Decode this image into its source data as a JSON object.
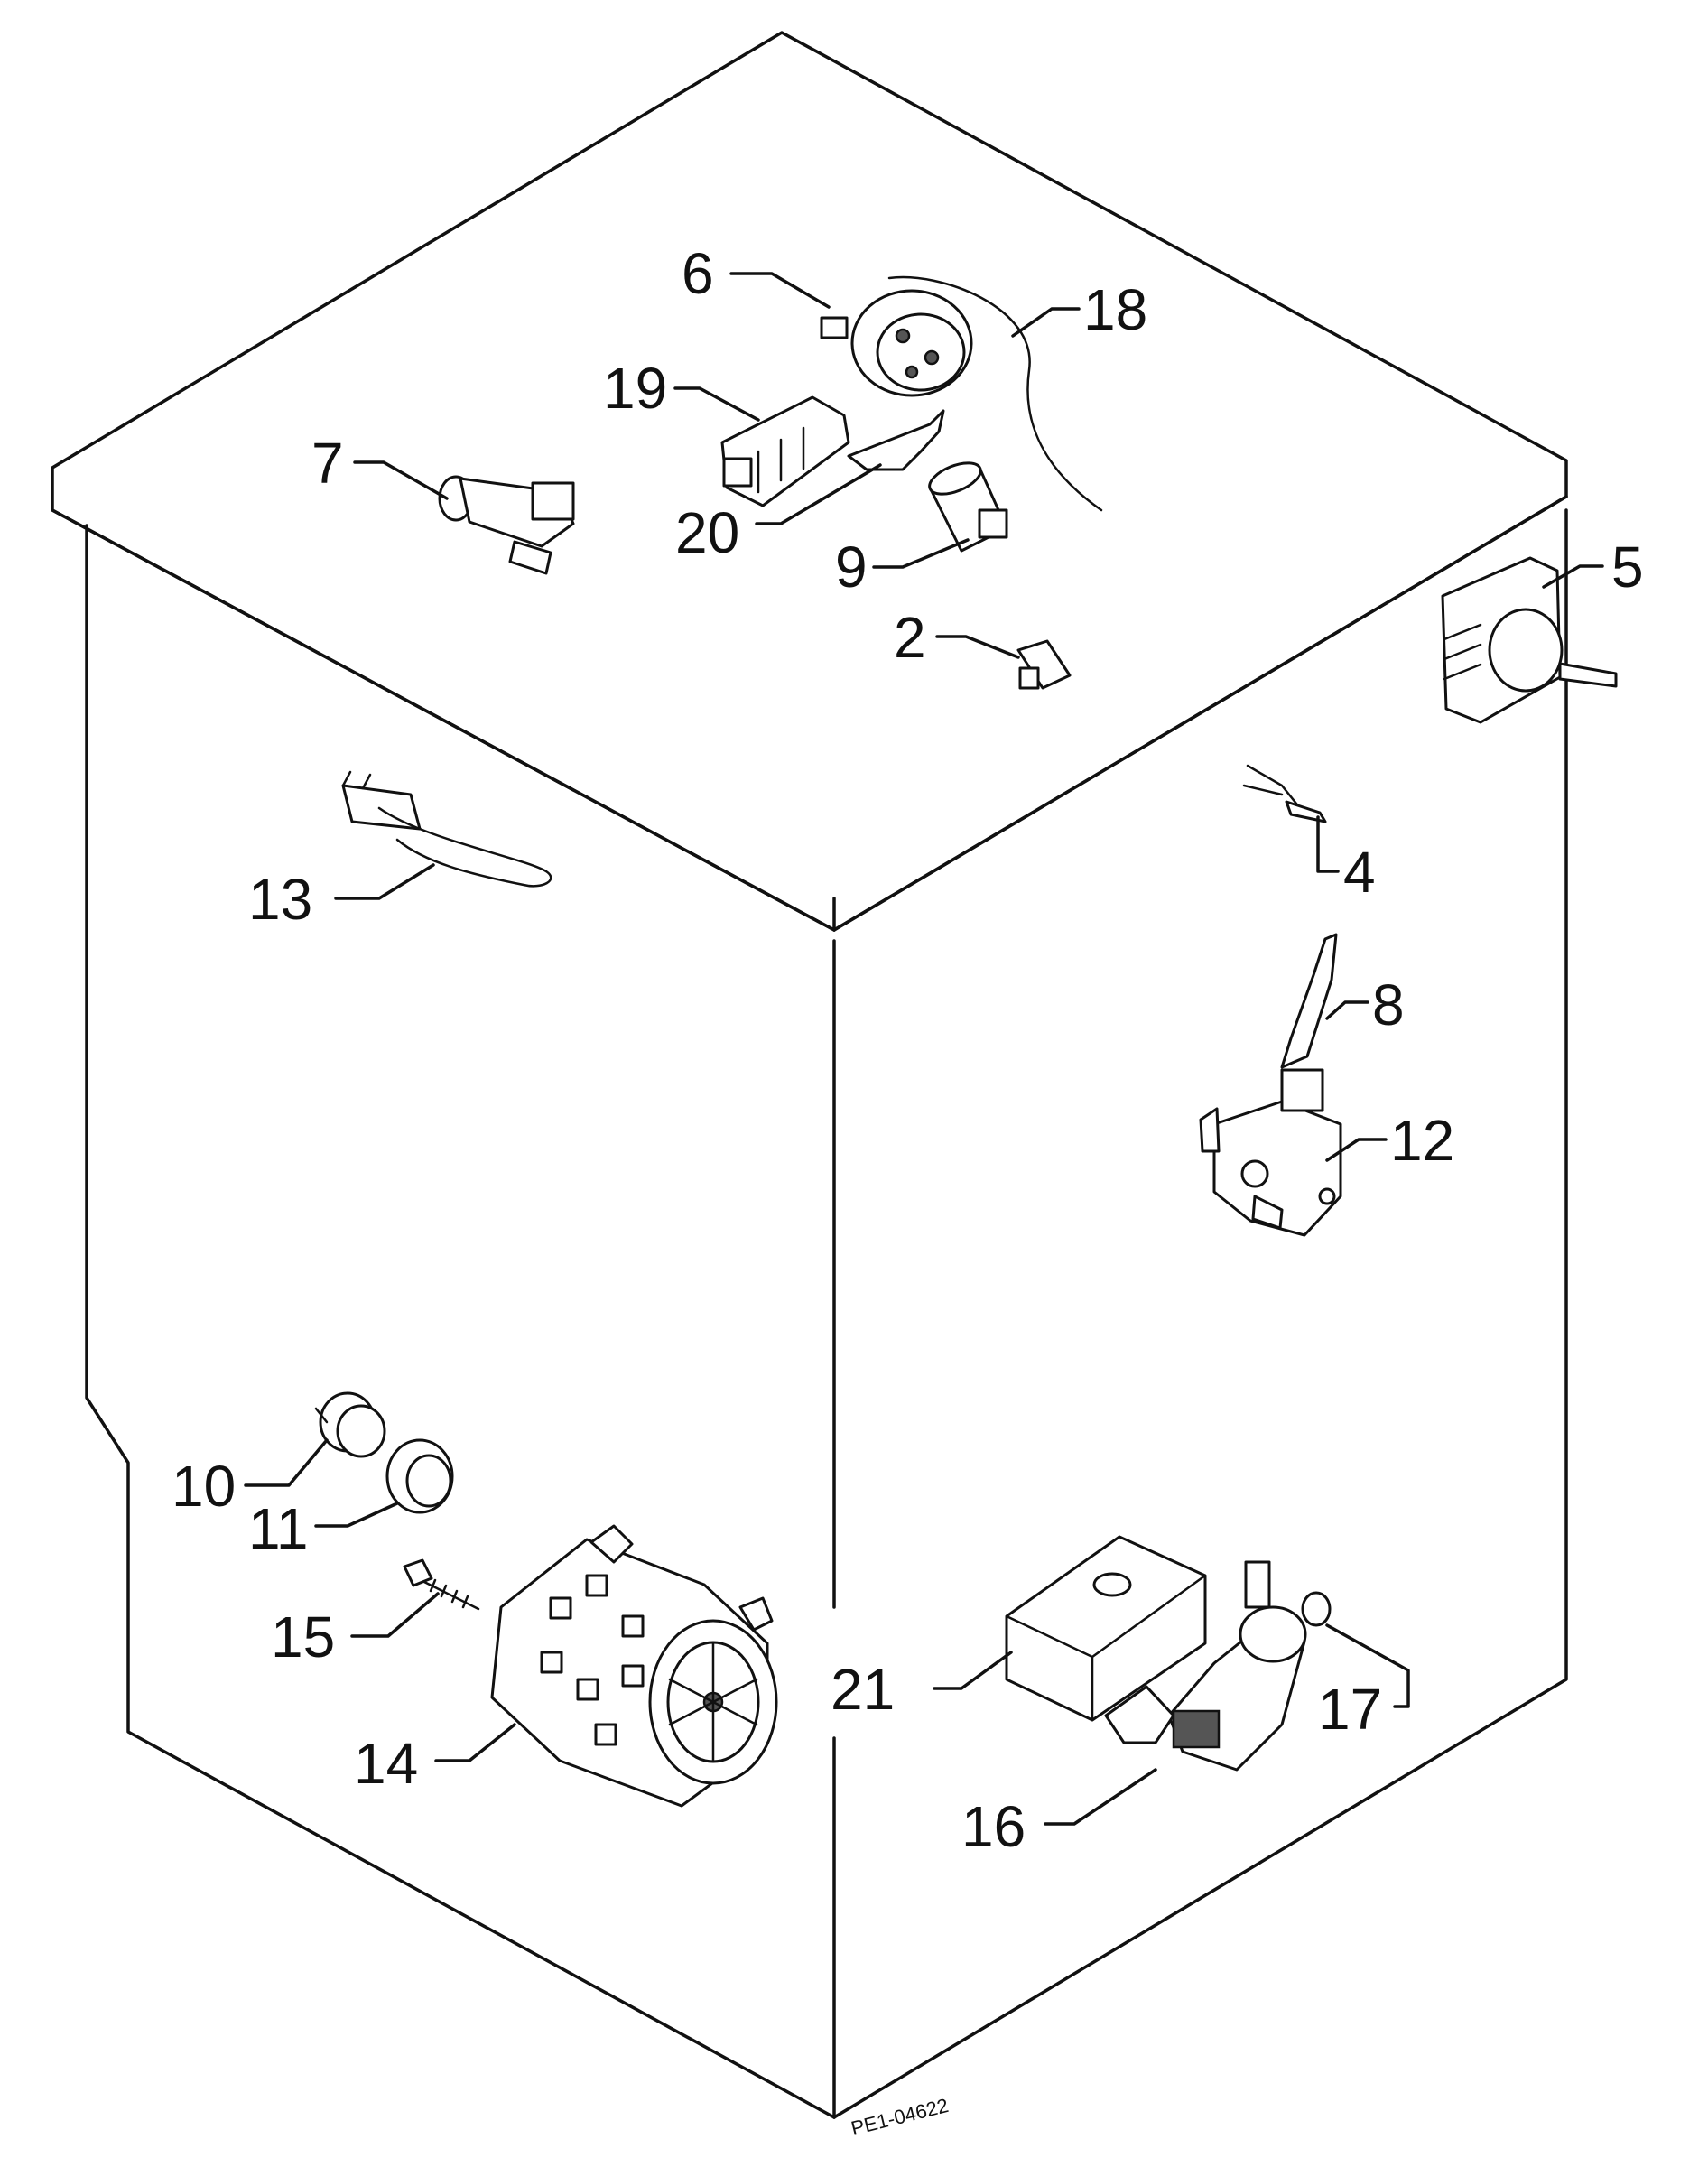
{
  "drawing_code": "PE1-04622",
  "callouts": {
    "c2": "2",
    "c4": "4",
    "c5": "5",
    "c6": "6",
    "c7": "7",
    "c8": "8",
    "c9": "9",
    "c10": "10",
    "c11": "11",
    "c12": "12",
    "c13": "13",
    "c14": "14",
    "c15": "15",
    "c16": "16",
    "c17": "17",
    "c18": "18",
    "c19": "19",
    "c20": "20",
    "c21": "21"
  }
}
